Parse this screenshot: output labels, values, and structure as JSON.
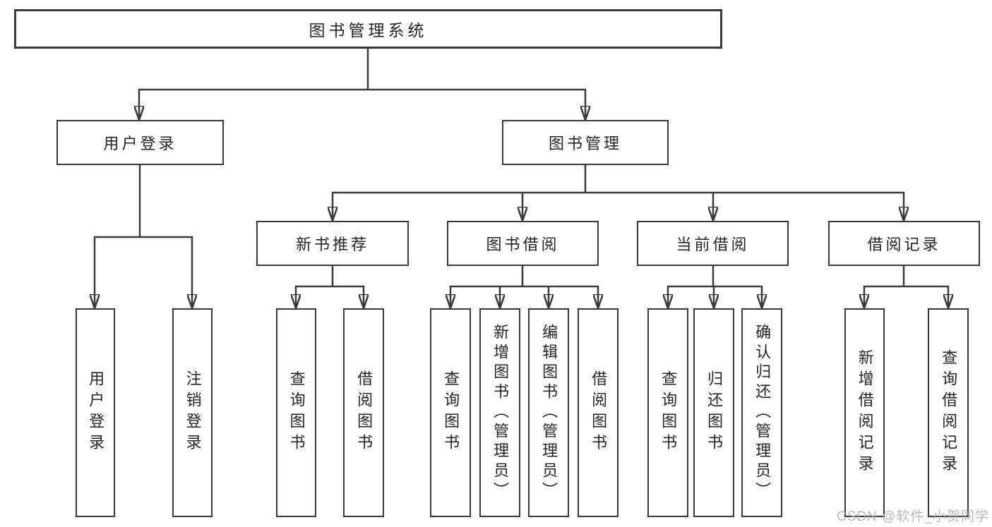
{
  "colors": {
    "line": "#3a3a3a",
    "text": "#262626",
    "box_background": "#ffffff",
    "watermark": "#b9b9b9"
  },
  "tree": {
    "root": {
      "label": "图书管理系统"
    },
    "children": [
      {
        "label": "用户登录",
        "children": [
          {
            "label": "用户登录"
          },
          {
            "label": "注销登录"
          }
        ]
      },
      {
        "label": "图书管理",
        "children": [
          {
            "label": "新书推荐",
            "children": [
              {
                "label": "查询图书"
              },
              {
                "label": "借阅图书"
              }
            ]
          },
          {
            "label": "图书借阅",
            "children": [
              {
                "label": "查询图书"
              },
              {
                "label": "新增图书（管理员）"
              },
              {
                "label": "编辑图书（管理员）"
              },
              {
                "label": "借阅图书"
              }
            ]
          },
          {
            "label": "当前借阅",
            "children": [
              {
                "label": "查询图书"
              },
              {
                "label": "归还图书"
              },
              {
                "label": "确认归还（管理员）"
              }
            ]
          },
          {
            "label": "借阅记录",
            "children": [
              {
                "label": "新增借阅记录"
              },
              {
                "label": "查询借阅记录"
              }
            ]
          }
        ]
      }
    ]
  },
  "watermark": {
    "text": "CSDN @软件_小贺同学"
  }
}
